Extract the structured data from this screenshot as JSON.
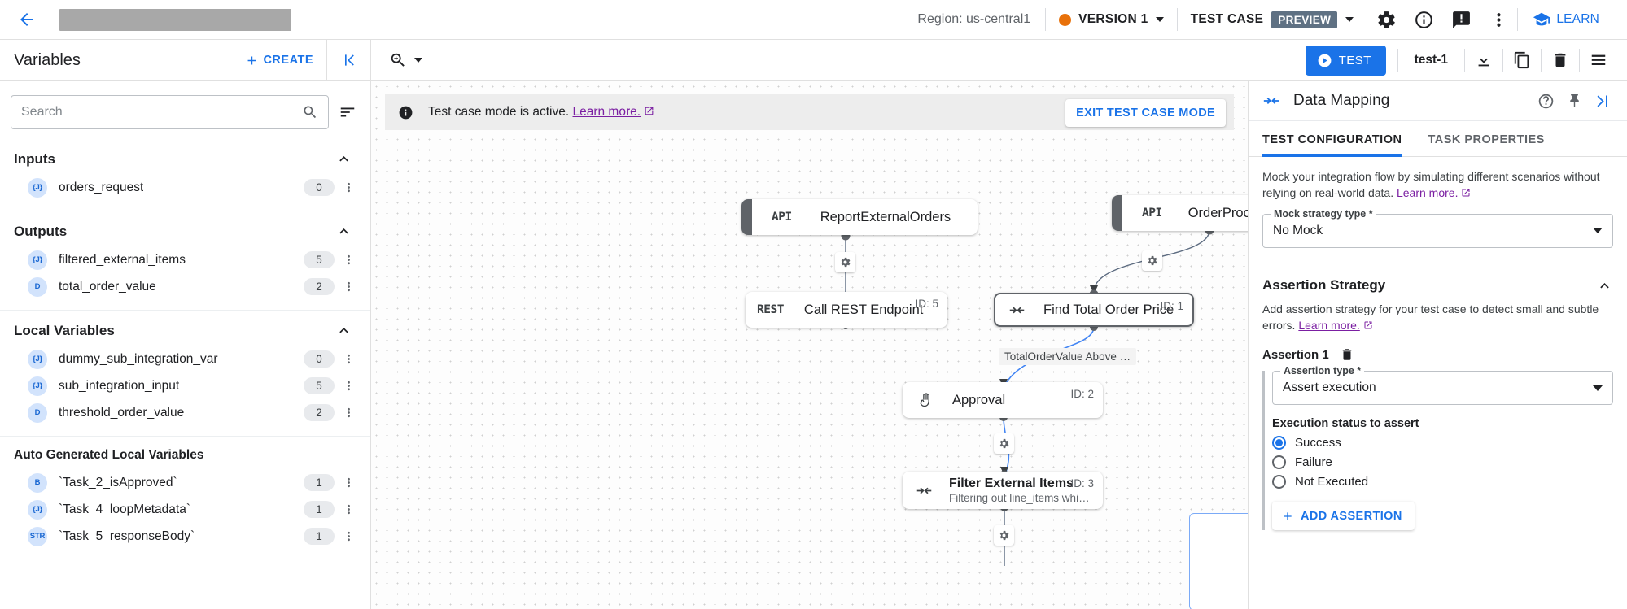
{
  "topbar": {
    "back_icon": "arrow-back-icon",
    "region_label": "Region: us-central1",
    "version_label": "VERSION 1",
    "version_dot_color": "#e8710a",
    "testcase_label": "TEST CASE",
    "preview_badge": "PREVIEW",
    "icons": [
      "gear-icon",
      "info-icon",
      "feedback-icon",
      "more-vert-icon"
    ],
    "learn_label": "LEARN",
    "accent_color": "#1a73e8"
  },
  "subbar": {
    "variables_title": "Variables",
    "create_label": "CREATE",
    "collapse_icon": "collapse-left-icon",
    "zoom_icon": "zoom-icon",
    "test_label": "TEST",
    "test_name": "test-1",
    "icons": [
      "download-icon",
      "copy-icon",
      "delete-icon",
      "list-icon"
    ]
  },
  "sidebar": {
    "search": {
      "value": "",
      "placeholder": "Search"
    },
    "sort_icon": "sort-icon",
    "groups": [
      {
        "title": "Inputs",
        "items": [
          {
            "type": "{J}",
            "name": "orders_request",
            "count": "0"
          }
        ]
      },
      {
        "title": "Outputs",
        "items": [
          {
            "type": "{J}",
            "name": "filtered_external_items",
            "count": "5"
          },
          {
            "type": "D",
            "name": "total_order_value",
            "count": "2"
          }
        ]
      },
      {
        "title": "Local Variables",
        "items": [
          {
            "type": "{J}",
            "name": "dummy_sub_integration_var",
            "count": "0"
          },
          {
            "type": "{J}",
            "name": "sub_integration_input",
            "count": "5"
          },
          {
            "type": "D",
            "name": "threshold_order_value",
            "count": "2"
          }
        ]
      }
    ],
    "auto_group": {
      "title": "Auto Generated Local Variables",
      "items": [
        {
          "type": "B",
          "name": "`Task_2_isApproved`",
          "count": "1"
        },
        {
          "type": "{J}",
          "name": "`Task_4_loopMetadata`",
          "count": "1"
        },
        {
          "type": "STR",
          "name": "`Task_5_responseBody`",
          "count": "1"
        }
      ]
    }
  },
  "canvas": {
    "banner": {
      "text": "Test case mode is active.",
      "link": "Learn more.",
      "exit_button": "EXIT TEST CASE MODE"
    },
    "nodes": [
      {
        "id": "report-external-orders",
        "type": "API",
        "label": "ReportExternalOrders",
        "sub": "",
        "idbadge": ""
      },
      {
        "id": "order-process-api-trigger",
        "type": "API",
        "label": "OrderProcessApiTrigger",
        "sub": "",
        "idbadge": ""
      },
      {
        "id": "call-rest-endpoint",
        "type": "REST",
        "label": "Call REST Endpoint",
        "sub": "",
        "idbadge": "ID: 5"
      },
      {
        "id": "find-total-order-price",
        "type": "mapping",
        "label": "Find Total Order Price",
        "sub": "",
        "idbadge": "ID: 1"
      },
      {
        "id": "approval",
        "type": "approval",
        "label": "Approval",
        "sub": "",
        "idbadge": "ID: 2"
      },
      {
        "id": "filter-external-items",
        "type": "mapping",
        "label": "Filter External Items",
        "sub": "Filtering out line_items whi…",
        "idbadge": "ID: 3"
      }
    ],
    "edge_label": "TotalOrderValue Above …"
  },
  "panel": {
    "icon": "data-mapping-icon",
    "title": "Data Mapping",
    "head_icons": [
      "help-icon",
      "pin-icon",
      "expand-panel-icon"
    ],
    "tabs": [
      {
        "label": "TEST CONFIGURATION",
        "active": true
      },
      {
        "label": "TASK PROPERTIES",
        "active": false
      }
    ],
    "mock": {
      "description": "Mock your integration flow by simulating different scenarios without relying on real-world data.",
      "link": "Learn more.",
      "field_label": "Mock strategy type *",
      "field_value": "No Mock"
    },
    "assertion": {
      "section_title": "Assertion Strategy",
      "description": "Add assertion strategy for your test case to detect small and subtle errors.",
      "link": "Learn more.",
      "item_title": "Assertion 1",
      "delete_icon": "delete-icon",
      "type_label": "Assertion type *",
      "type_value": "Assert execution",
      "status_label": "Execution status to assert",
      "options": [
        {
          "label": "Success",
          "selected": true
        },
        {
          "label": "Failure",
          "selected": false
        },
        {
          "label": "Not Executed",
          "selected": false
        }
      ],
      "add_label": "ADD ASSERTION"
    }
  }
}
